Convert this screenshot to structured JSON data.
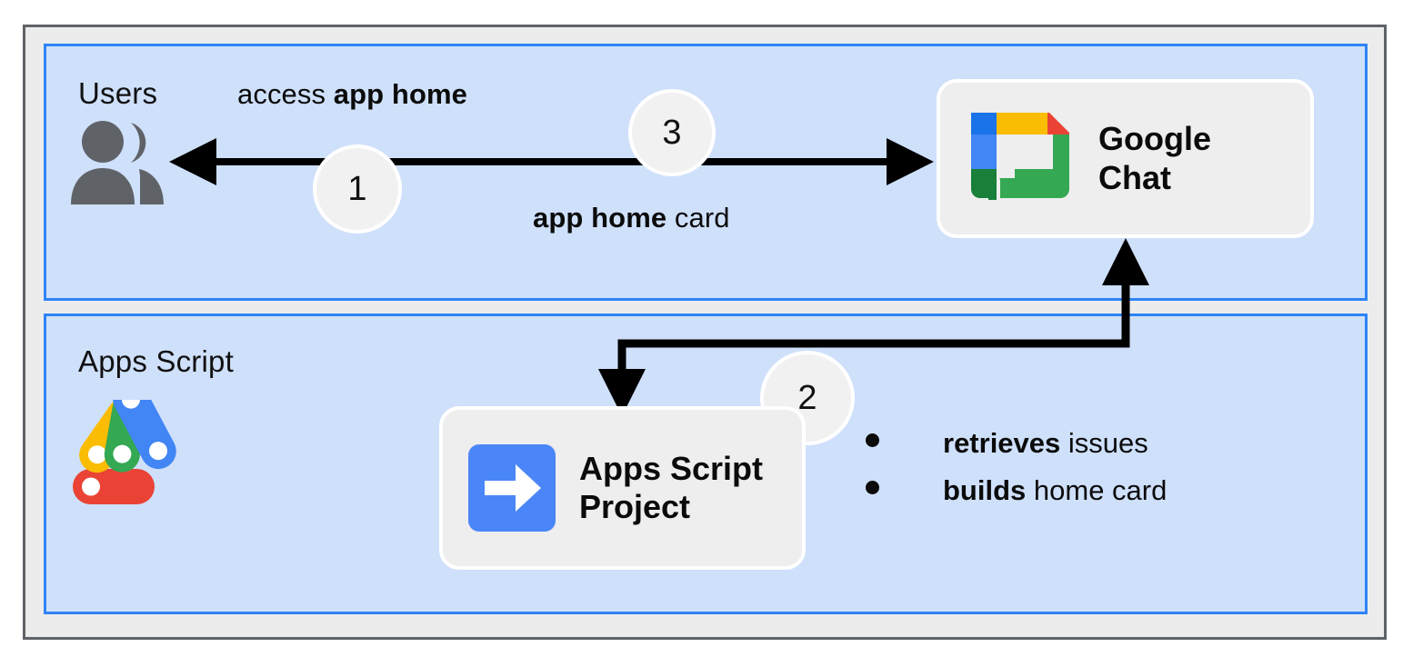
{
  "diagram": {
    "title": "Google Chat app home flow with Apps Script",
    "frame": {
      "border_color": "#5f6368",
      "background": "#ececec"
    },
    "panels": [
      {
        "id": "users",
        "title": "Users",
        "fill": "#cfe0fb",
        "border": "#2f84f5",
        "icon": "users-icon"
      },
      {
        "id": "apps-script",
        "title": "Apps Script",
        "fill": "#cfe0fb",
        "border": "#2f84f5",
        "icon": "apps-script-logo"
      }
    ],
    "flow_labels": {
      "access": {
        "prefix": "access ",
        "strong": "app home"
      },
      "card": {
        "strong": "app home",
        "suffix": " card"
      }
    },
    "badges": [
      {
        "id": "step-1",
        "number": "1"
      },
      {
        "id": "step-3",
        "number": "3"
      },
      {
        "id": "step-2",
        "number": "2"
      }
    ],
    "cards": [
      {
        "id": "google-chat",
        "label": "Google\nChat",
        "icon": "google-chat-logo",
        "fill": "#eeeeee"
      },
      {
        "id": "apps-script-project",
        "label": "Apps Script\nProject",
        "icon": "apps-script-project-icon",
        "fill": "#eeeeee"
      }
    ],
    "bullets": [
      {
        "strong": "retrieves",
        "rest": " issues"
      },
      {
        "strong": "builds",
        "rest": " home card"
      }
    ],
    "colors": {
      "panel_fill": "#cfe0fb",
      "panel_border": "#2f84f5",
      "frame_fill": "#ececec",
      "frame_border": "#5f6368",
      "card_fill": "#eeeeee",
      "badge_fill": "#f1f1f1",
      "arrow": "#000000",
      "users_icon": "#5f6368",
      "google_blue": "#1a73e8",
      "google_blue_light": "#4285f4",
      "google_yellow": "#fbbc04",
      "google_red": "#ea4335",
      "google_green": "#34a853",
      "google_green_dark": "#188038",
      "project_icon_bg": "#4a86f7"
    }
  }
}
